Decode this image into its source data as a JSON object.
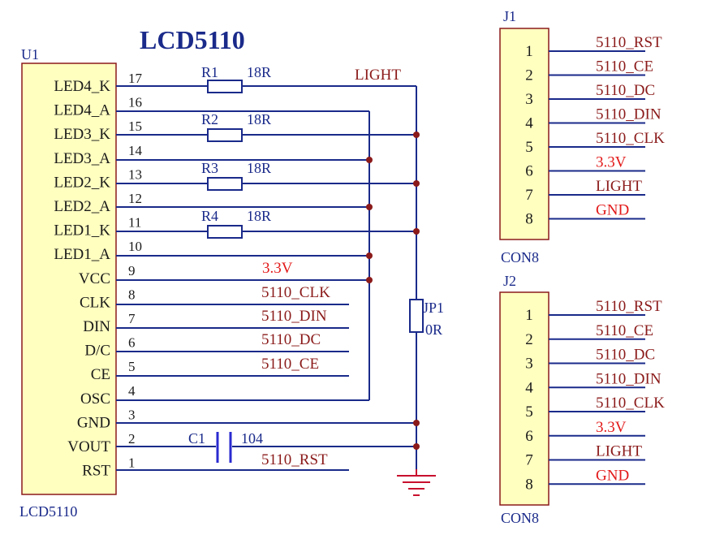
{
  "title": "LCD5110",
  "u1": {
    "refdes": "U1",
    "value": "LCD5110",
    "pins": [
      {
        "name": "LED4_K",
        "num": "17"
      },
      {
        "name": "LED4_A",
        "num": "16"
      },
      {
        "name": "LED3_K",
        "num": "15"
      },
      {
        "name": "LED3_A",
        "num": "14"
      },
      {
        "name": "LED2_K",
        "num": "13"
      },
      {
        "name": "LED2_A",
        "num": "12"
      },
      {
        "name": "LED1_K",
        "num": "11"
      },
      {
        "name": "LED1_A",
        "num": "10"
      },
      {
        "name": "VCC",
        "num": "9"
      },
      {
        "name": "CLK",
        "num": "8"
      },
      {
        "name": "DIN",
        "num": "7"
      },
      {
        "name": "D/C",
        "num": "6"
      },
      {
        "name": "CE",
        "num": "5"
      },
      {
        "name": "OSC",
        "num": "4"
      },
      {
        "name": "GND",
        "num": "3"
      },
      {
        "name": "VOUT",
        "num": "2"
      },
      {
        "name": "RST",
        "num": "1"
      }
    ]
  },
  "resistors": [
    {
      "ref": "R1",
      "value": "18R"
    },
    {
      "ref": "R2",
      "value": "18R"
    },
    {
      "ref": "R3",
      "value": "18R"
    },
    {
      "ref": "R4",
      "value": "18R"
    }
  ],
  "jp1": {
    "ref": "JP1",
    "value": "0R"
  },
  "c1": {
    "ref": "C1",
    "value": "104"
  },
  "nets": {
    "light": "LIGHT",
    "vcc": "3.3V",
    "clk": "5110_CLK",
    "din": "5110_DIN",
    "dc": "5110_DC",
    "ce": "5110_CE",
    "rst": "5110_RST"
  },
  "connectors": [
    {
      "ref": "J1",
      "value": "CON8",
      "pins": [
        {
          "num": "1",
          "net": "5110_RST",
          "highlight": false
        },
        {
          "num": "2",
          "net": "5110_CE",
          "highlight": false
        },
        {
          "num": "3",
          "net": "5110_DC",
          "highlight": false
        },
        {
          "num": "4",
          "net": "5110_DIN",
          "highlight": false
        },
        {
          "num": "5",
          "net": "5110_CLK",
          "highlight": false
        },
        {
          "num": "6",
          "net": "3.3V",
          "highlight": true
        },
        {
          "num": "7",
          "net": "LIGHT",
          "highlight": false
        },
        {
          "num": "8",
          "net": "GND",
          "highlight": true
        }
      ]
    },
    {
      "ref": "J2",
      "value": "CON8",
      "pins": [
        {
          "num": "1",
          "net": "5110_RST",
          "highlight": false
        },
        {
          "num": "2",
          "net": "5110_CE",
          "highlight": false
        },
        {
          "num": "3",
          "net": "5110_DC",
          "highlight": false
        },
        {
          "num": "4",
          "net": "5110_DIN",
          "highlight": false
        },
        {
          "num": "5",
          "net": "5110_CLK",
          "highlight": false
        },
        {
          "num": "6",
          "net": "3.3V",
          "highlight": true
        },
        {
          "num": "7",
          "net": "LIGHT",
          "highlight": false
        },
        {
          "num": "8",
          "net": "GND",
          "highlight": true
        }
      ]
    }
  ],
  "colors": {
    "wire": "#1a2a8a",
    "body_fill": "#ffffc0",
    "body_stroke": "#8b1a1a",
    "pin": "#1a1a1a",
    "junction": "#8b1a1a",
    "capacitor": "#2a2ad0",
    "ground": "#c8102e",
    "net_label": "#8b1a1a",
    "net_label_highlight": "#e31a1a"
  }
}
